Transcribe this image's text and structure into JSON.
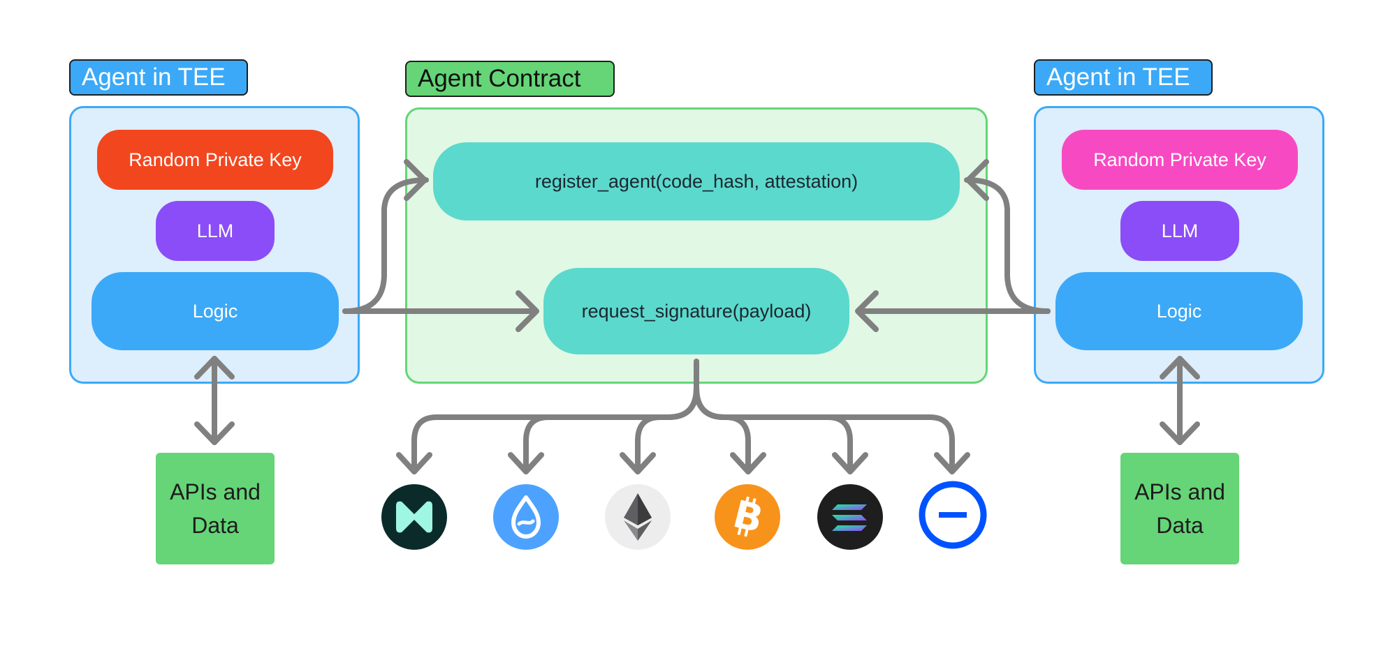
{
  "left_agent": {
    "title": "Agent in TEE",
    "key_label": "Random Private Key",
    "key_color": "#f2461f",
    "llm_label": "LLM",
    "logic_label": "Logic",
    "api_label": "APIs and Data"
  },
  "contract": {
    "title": "Agent Contract",
    "register_label": "register_agent(code_hash, attestation)",
    "request_label": "request_signature(payload)"
  },
  "right_agent": {
    "title": "Agent in TEE",
    "key_label": "Random Private Key",
    "key_color": "#f74ac2",
    "llm_label": "LLM",
    "logic_label": "Logic",
    "api_label": "APIs and Data"
  },
  "chain_icons": [
    {
      "icon": "near-logo-icon",
      "bg": "#0b2b2a",
      "fg": "#9ef6e3"
    },
    {
      "icon": "sui-logo-icon",
      "bg": "#4da2ff",
      "fg": "#ffffff"
    },
    {
      "icon": "ethereum-logo-icon",
      "bg": "#ededed",
      "fg": "#3c3c3d"
    },
    {
      "icon": "bitcoin-logo-icon",
      "bg": "#f7931a",
      "fg": "#ffffff"
    },
    {
      "icon": "solana-logo-icon",
      "bg": "#1e1e1e",
      "fg": "#14f195"
    },
    {
      "icon": "base-logo-icon",
      "bg": "#0052ff",
      "fg": "#ffffff"
    }
  ],
  "colors": {
    "arrow": "#808080",
    "tee_border": "#3ba9f7",
    "contract_border": "#65d577",
    "function_fill": "#5bd9cd"
  }
}
